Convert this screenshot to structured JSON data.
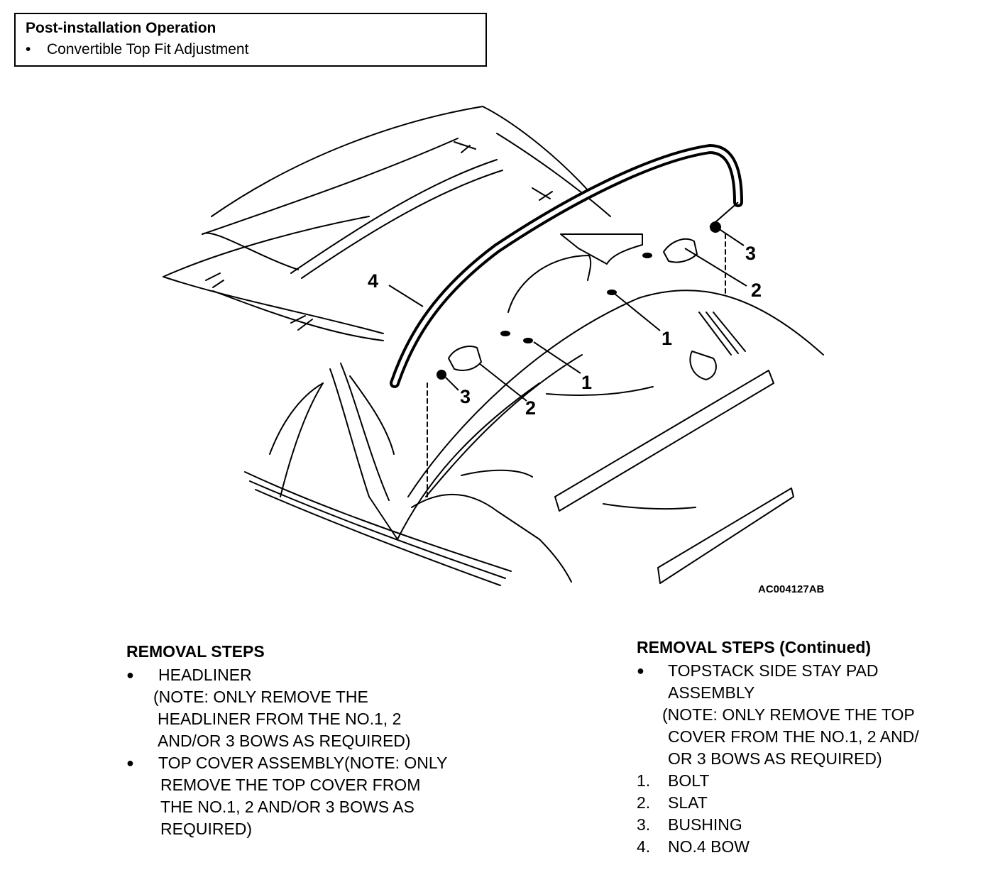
{
  "post_installation": {
    "title": "Post-installation Operation",
    "items": [
      "Convertible Top Fit Adjustment"
    ]
  },
  "figure": {
    "code": "AC004127AB",
    "callouts": {
      "c1_left": "1",
      "c1_right": "1",
      "c2_left": "2",
      "c2_right": "2",
      "c3_left": "3",
      "c3_right": "3",
      "c4": "4"
    }
  },
  "removal_steps": {
    "title": "REMOVAL STEPS",
    "headliner": "HEADLINER",
    "headliner_note": [
      "(NOTE: ONLY REMOVE THE",
      "HEADLINER FROM THE NO.1, 2",
      "AND/OR 3 BOWS AS REQUIRED)"
    ],
    "top_cover": "TOP COVER ASSEMBLY(NOTE: ONLY",
    "top_cover_note": [
      "REMOVE THE TOP COVER FROM",
      "THE NO.1, 2 AND/OR 3 BOWS AS",
      "REQUIRED)"
    ]
  },
  "removal_steps_continued": {
    "title": "REMOVAL STEPS (Continued)",
    "topstack": [
      "TOPSTACK SIDE STAY PAD",
      "ASSEMBLY"
    ],
    "topstack_note": [
      "(NOTE: ONLY REMOVE THE TOP",
      "COVER FROM THE NO.1, 2 AND/",
      "OR 3 BOWS AS REQUIRED)"
    ],
    "parts": [
      {
        "num": "1.",
        "name": "BOLT"
      },
      {
        "num": "2.",
        "name": "SLAT"
      },
      {
        "num": "3.",
        "name": "BUSHING"
      },
      {
        "num": "4.",
        "name": "NO.4 BOW"
      }
    ]
  }
}
